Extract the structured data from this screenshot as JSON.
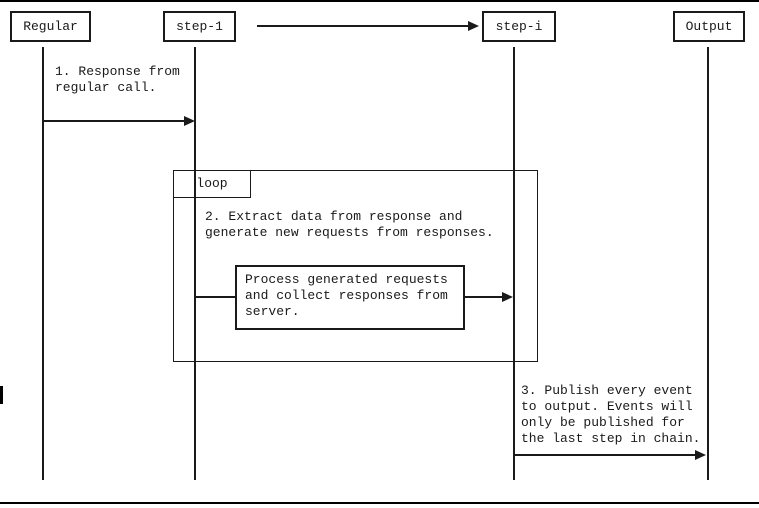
{
  "participants": [
    {
      "id": "regular",
      "label": "Regular"
    },
    {
      "id": "step-1",
      "label": "step-1"
    },
    {
      "id": "step-i",
      "label": "step-i"
    },
    {
      "id": "output",
      "label": "Output"
    }
  ],
  "loop": {
    "label": "loop"
  },
  "messages": {
    "msg1": "1. Response from\nregular call.",
    "msg2": "2. Extract data from response and\ngenerate new requests from responses.",
    "process": "Process generated requests\nand collect responses from\nserver.",
    "msg3": "3. Publish every event\nto output. Events will\nonly be published for\nthe last step in chain."
  },
  "colors": {
    "line": "#1a1a1a",
    "background": "#ffffff",
    "frame": "#000000"
  }
}
